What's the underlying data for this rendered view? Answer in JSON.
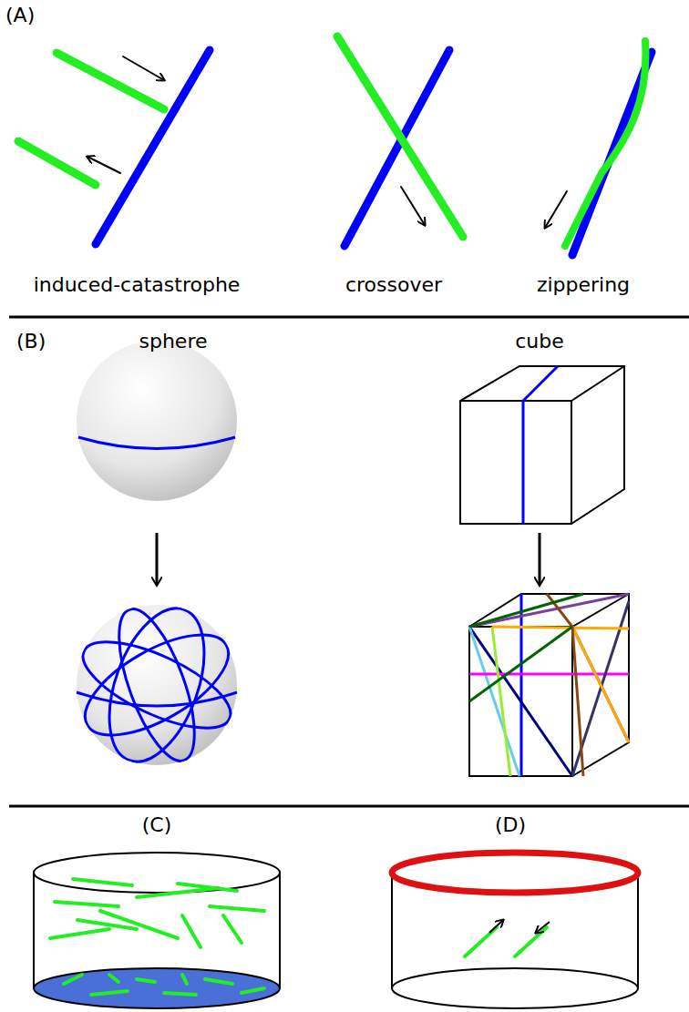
{
  "diagram": {
    "labels": [
      "(A)",
      "induced-catastrophe",
      "crossover",
      "zippering",
      "(B)",
      "sphere",
      "cube",
      "(C)",
      "(D)"
    ]
  }
}
